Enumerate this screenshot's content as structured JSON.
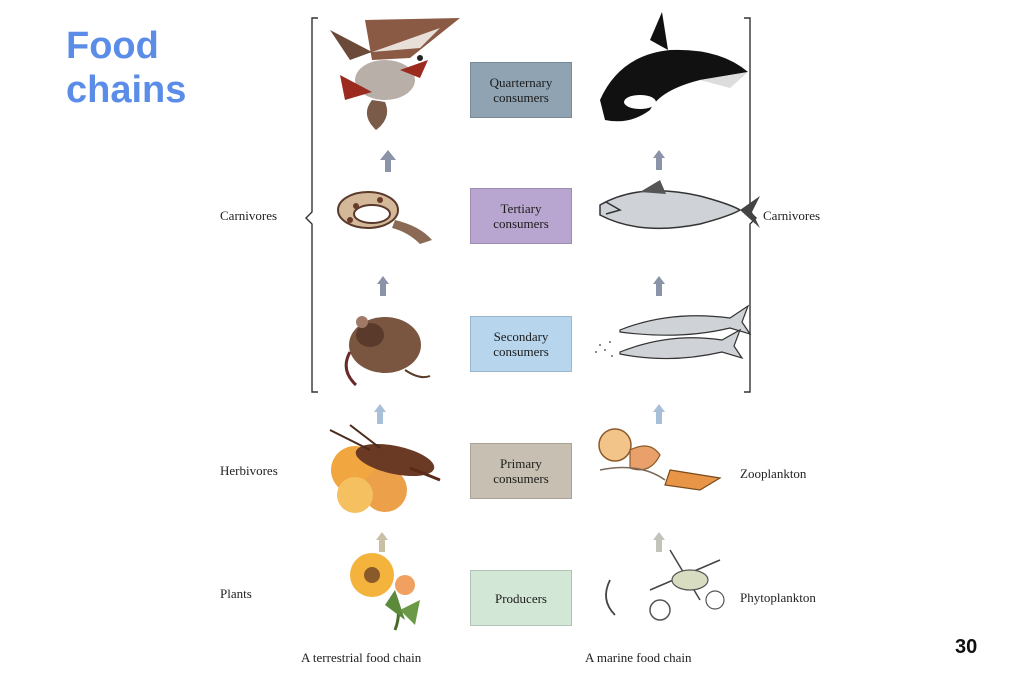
{
  "title": {
    "line1": "Food",
    "line2": "chains"
  },
  "page_number": "30",
  "levels": [
    {
      "line1": "Quarternary",
      "line2": "consumers",
      "color": "#8fa3b3"
    },
    {
      "line1": "Tertiary",
      "line2": "consumers",
      "color": "#b9a6d0"
    },
    {
      "line1": "Secondary",
      "line2": "consumers",
      "color": "#b7d6ee"
    },
    {
      "line1": "Primary",
      "line2": "consumers",
      "color": "#c8bfb3"
    },
    {
      "line1": "Producers",
      "line2": "",
      "color": "#d3e7d6"
    }
  ],
  "labels": {
    "left_carnivores": "Carnivores",
    "right_carnivores": "Carnivores",
    "herbivores": "Herbivores",
    "zooplankton": "Zooplankton",
    "plants": "Plants",
    "phytoplankton": "Phytoplankton"
  },
  "captions": {
    "terrestrial": "A terrestrial food chain",
    "marine": "A marine food chain"
  },
  "icons": {
    "terrestrial": [
      "hawk-icon",
      "snake-icon",
      "mouse-icon",
      "grasshopper-icon",
      "flower-plant-icon"
    ],
    "marine": [
      "killer-whale-icon",
      "tuna-icon",
      "herring-icon",
      "zooplankton-icon",
      "phytoplankton-icon"
    ],
    "arrow": "arrow-up-icon"
  }
}
